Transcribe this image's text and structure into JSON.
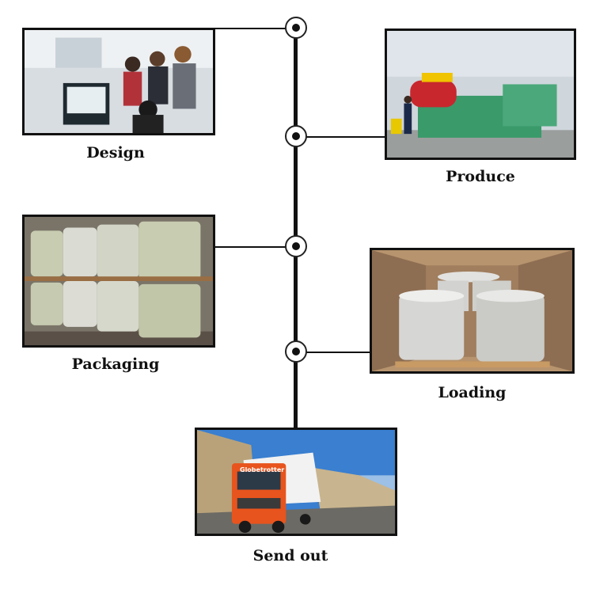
{
  "steps": [
    {
      "label": "Design"
    },
    {
      "label": "Produce"
    },
    {
      "label": "Packaging"
    },
    {
      "label": "Loading"
    },
    {
      "label": "Send out"
    }
  ],
  "truck_brand": "Globetrotter",
  "colors": {
    "line": "#111111",
    "node_fill": "#ffffff",
    "truck": "#e8541d",
    "sky": "#3a7fd0",
    "coil_green": "#c8ccb0"
  },
  "icons": [
    "timeline-node-icon"
  ]
}
